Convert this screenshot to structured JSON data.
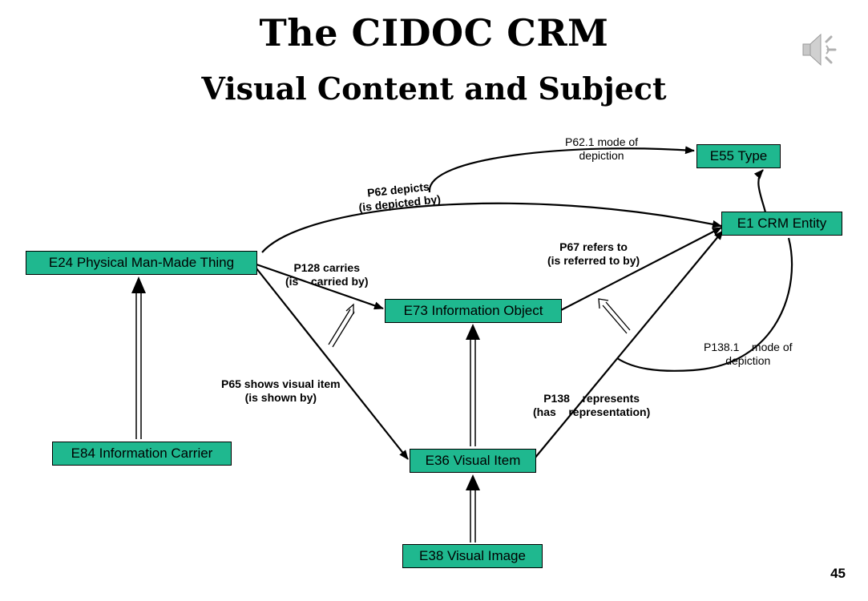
{
  "slide": {
    "title": "The CIDOC CRM",
    "subtitle": "Visual Content and Subject",
    "page_number": "45"
  },
  "nodes": {
    "e55": "E55 Type",
    "e1": "E1 CRM Entity",
    "e24": "E24 Physical Man-Made Thing",
    "e73": "E73 Information Object",
    "e84": "E84 Information Carrier",
    "e36": "E36 Visual Item",
    "e38": "E38 Visual Image"
  },
  "edge_labels": {
    "p62_1_line1": "P62.1 mode of",
    "p62_1_line2": "depiction",
    "p62_line1": "P62 depicts",
    "p62_line2": "(is depicted by)",
    "p67_line1": "P67 refers to",
    "p67_line2": "(is referred to by)",
    "p128_line1": "P128 carries",
    "p128_line2": "(is    carried by)",
    "p65_line1": "P65 shows visual item",
    "p65_line2": "(is shown by)",
    "p138_line1": "P138    represents",
    "p138_line2": "(has    representation)",
    "p138_1_line1": "P138.1    mode of",
    "p138_1_line2": "depiction"
  },
  "colors": {
    "node_fill": "#1fb88f",
    "line": "#000000"
  },
  "icons": {
    "audio": "speaker-icon"
  }
}
